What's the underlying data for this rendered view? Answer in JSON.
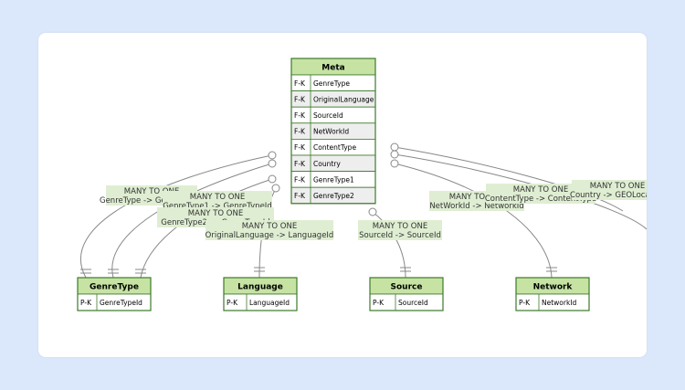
{
  "entities": [
    {
      "name": "Meta",
      "rows": [
        {
          "key": "F-K",
          "attr": "GenreType"
        },
        {
          "key": "F-K",
          "attr": "OriginalLanguage"
        },
        {
          "key": "F-K",
          "attr": "SourceId"
        },
        {
          "key": "F-K",
          "attr": "NetWorkId"
        },
        {
          "key": "F-K",
          "attr": "ContentType"
        },
        {
          "key": "F-K",
          "attr": "Country"
        },
        {
          "key": "F-K",
          "attr": "GenreType1"
        },
        {
          "key": "F-K",
          "attr": "GenreType2"
        }
      ]
    },
    {
      "name": "GenreType",
      "rows": [
        {
          "key": "P-K",
          "attr": "GenreTypeId"
        }
      ]
    },
    {
      "name": "Language",
      "rows": [
        {
          "key": "P-K",
          "attr": "LanguageId"
        }
      ]
    },
    {
      "name": "Source",
      "rows": [
        {
          "key": "P-K",
          "attr": "SourceId"
        }
      ]
    },
    {
      "name": "Network",
      "rows": [
        {
          "key": "P-K",
          "attr": "NetworkId"
        }
      ]
    }
  ],
  "relationships": [
    {
      "cardinality": "MANY TO ONE",
      "mapping": "GenreType -> GenreTypeId"
    },
    {
      "cardinality": "MANY TO ONE",
      "mapping": "GenreType1 -> GenreTypeId"
    },
    {
      "cardinality": "MANY TO ONE",
      "mapping": "GenreType2 -> GenreTypeId"
    },
    {
      "cardinality": "MANY TO ONE",
      "mapping": "OriginalLanguage -> LanguageId"
    },
    {
      "cardinality": "MANY TO ONE",
      "mapping": "SourceId -> SourceId"
    },
    {
      "cardinality": "MANY TO ONE",
      "mapping": "NetWorkId -> NetworkId"
    },
    {
      "cardinality": "MANY TO ONE",
      "mapping": "ContentType -> ContentType"
    },
    {
      "cardinality": "MANY TO ONE",
      "mapping": "Country -> GEOLocation"
    }
  ],
  "colors": {
    "header": "#c6e3a4",
    "border": "#3c7a2a",
    "row_alt": "#eeeeee",
    "row": "#ffffff",
    "line": "#888888",
    "label_bg": "#dfeed2",
    "page_bg": "#dbe8fb"
  }
}
